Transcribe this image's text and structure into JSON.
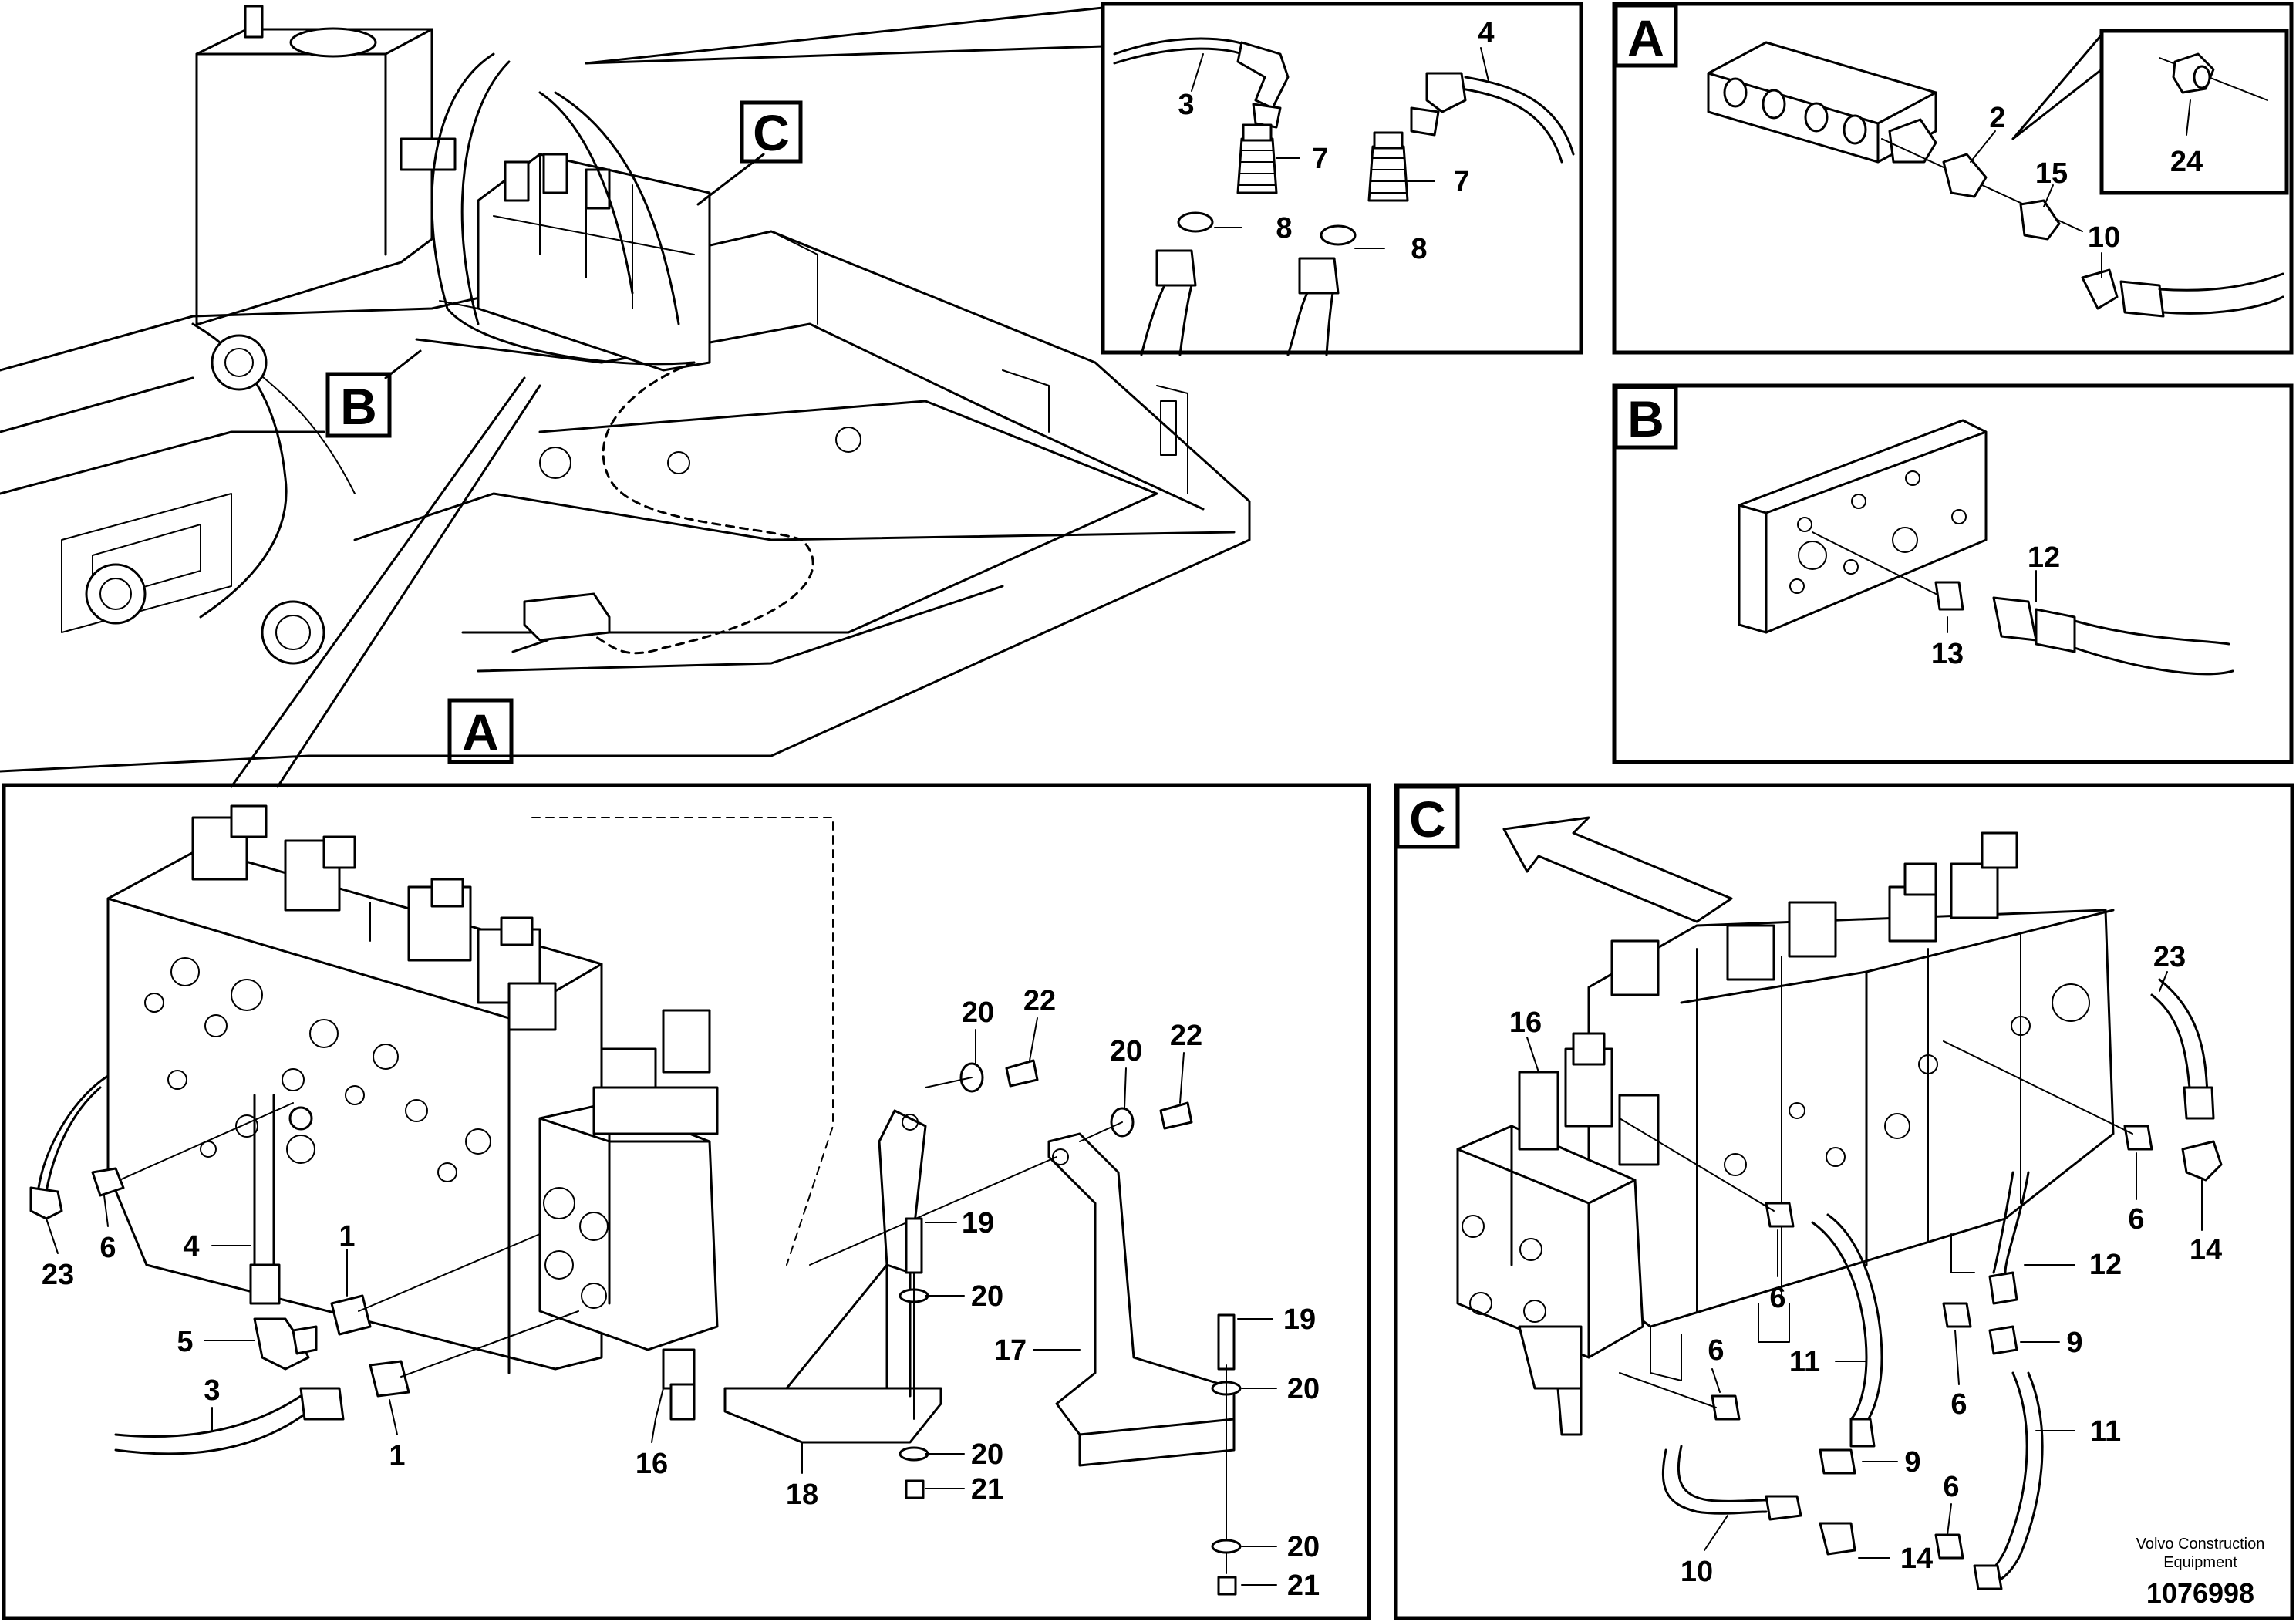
{
  "detail_labels": {
    "A": "A",
    "B": "B",
    "C": "C"
  },
  "part_numbers": {
    "top_right_detail": [
      "3",
      "4",
      "7",
      "7",
      "8",
      "8"
    ],
    "detail_a": [
      "2",
      "15",
      "10",
      "24"
    ],
    "detail_b": [
      "12",
      "13"
    ],
    "valve_detail": [
      "20",
      "22",
      "20",
      "22",
      "19",
      "20",
      "17",
      "19",
      "20",
      "20",
      "21",
      "20",
      "21",
      "18",
      "23",
      "6",
      "4",
      "1",
      "5",
      "3",
      "1",
      "16"
    ],
    "detail_c": [
      "23",
      "16",
      "6",
      "14",
      "12",
      "6",
      "9",
      "11",
      "6",
      "6",
      "9",
      "11",
      "10",
      "14",
      "6"
    ]
  },
  "footer": {
    "company_line1": "Volvo Construction",
    "company_line2": "Equipment",
    "document_number": "1076998"
  }
}
